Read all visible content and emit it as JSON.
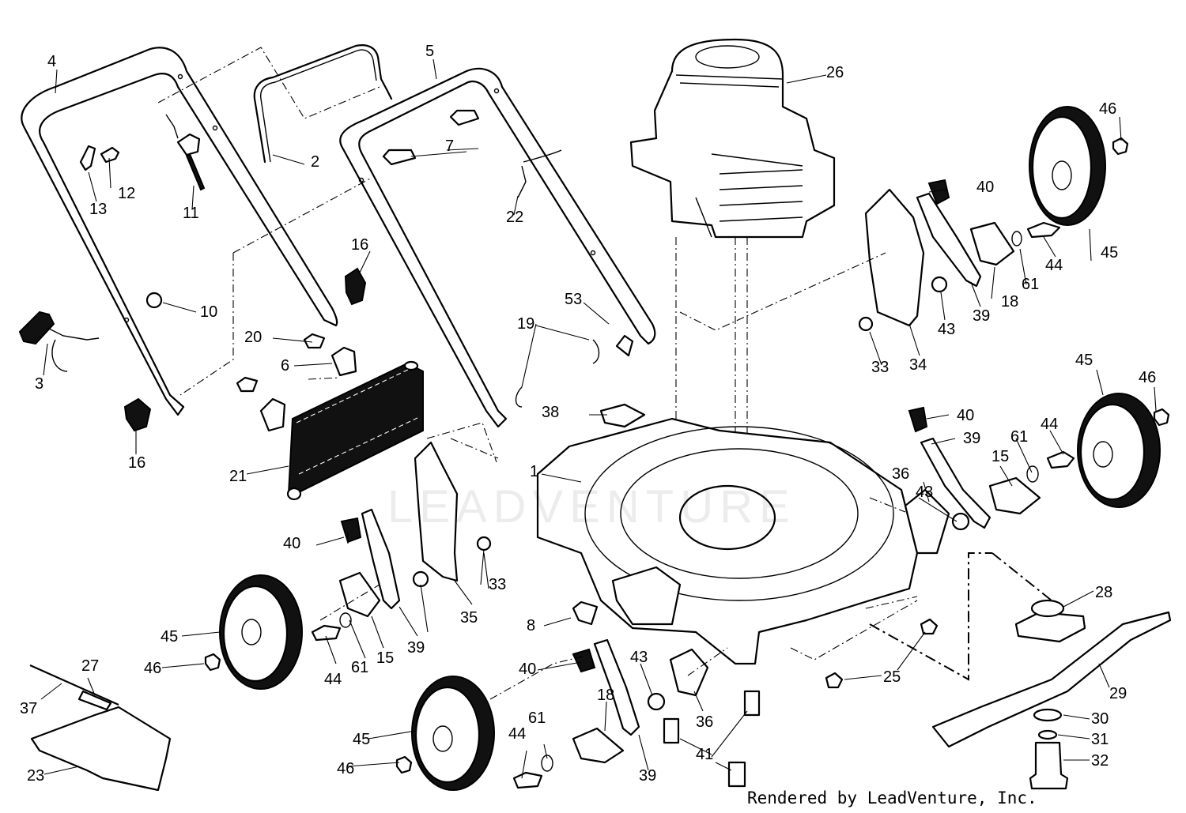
{
  "callouts": [
    "1",
    "2",
    "3",
    "4",
    "5",
    "6",
    "7",
    "8",
    "10",
    "11",
    "12",
    "13",
    "15",
    "16",
    "18",
    "19",
    "20",
    "21",
    "22",
    "23",
    "25",
    "26",
    "27",
    "28",
    "29",
    "30",
    "31",
    "32",
    "33",
    "34",
    "35",
    "36",
    "37",
    "38",
    "39",
    "40",
    "41",
    "43",
    "44",
    "45",
    "46",
    "53",
    "61"
  ],
  "credit": "Rendered by LeadVenture, Inc.",
  "watermark": "LEADVENTURE"
}
